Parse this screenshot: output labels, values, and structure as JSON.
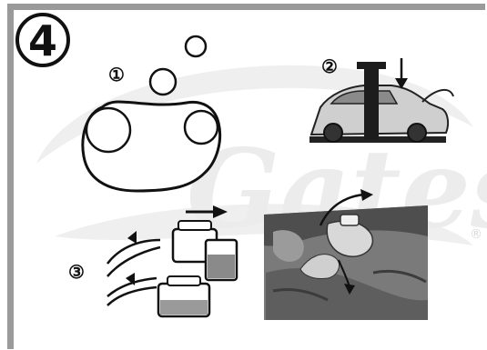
{
  "step": {
    "number": "4"
  },
  "callouts": {
    "one": "①",
    "two": "②",
    "three": "③"
  },
  "watermark": {
    "text": "Gates",
    "mark": "®"
  },
  "colors": {
    "frame": "#9a9a9a",
    "ink": "#1a1a1a",
    "watermark": "#ececec",
    "photo_dark": "#5a5a5a"
  }
}
